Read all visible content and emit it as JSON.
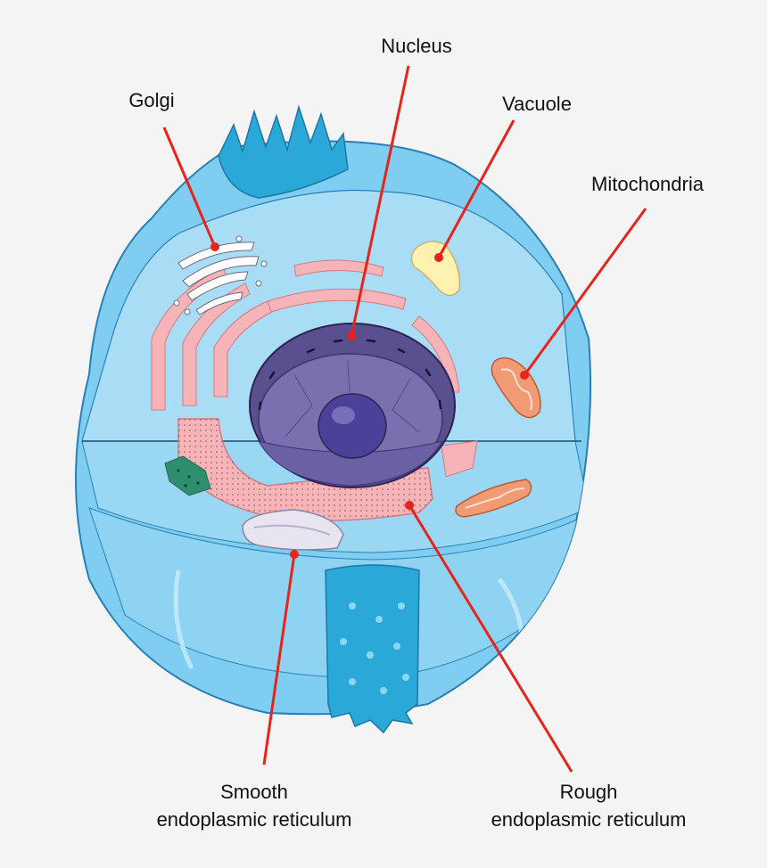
{
  "labels": {
    "nucleus": "Nucleus",
    "golgi": "Golgi",
    "vacuole": "Vacuole",
    "mitochondria": "Mitochondria",
    "smooth_er_line1": "Smooth",
    "smooth_er_line2": "endoplasmic reticulum",
    "rough_er_line1": "Rough",
    "rough_er_line2": "endoplasmic reticulum"
  },
  "colors": {
    "background": "#f4f4f4",
    "cell_membrane": "#7fcdf0",
    "cytoplasm": "#a6ddf5",
    "outline": "#2a7fb5",
    "leader_line": "#e8231b",
    "nucleus": "#5a4f8f",
    "nucleolus": "#4b4199",
    "rough_er": "#f7b4b8",
    "golgi": "#ffffff",
    "vacuole": "#fff1b0",
    "mitochondria": "#f29a73",
    "centriole": "#2e8f6e",
    "cilia": "#2aa8d8"
  }
}
